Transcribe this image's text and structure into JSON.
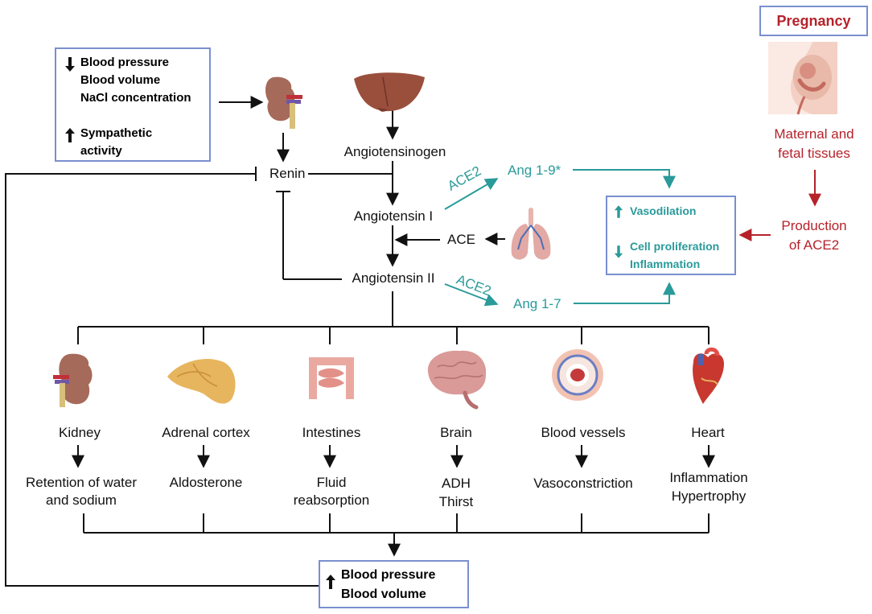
{
  "input_box": {
    "decrease_lines": [
      "Blood pressure",
      "Blood volume",
      "NaCl concentration"
    ],
    "increase_lines": [
      "Sympathetic",
      "activity"
    ]
  },
  "cascade": {
    "renin": "Renin",
    "angiotensinogen": "Angiotensinogen",
    "angiotensin_1": "Angiotensin I",
    "ace": "ACE",
    "angiotensin_2": "Angiotensin II",
    "ace2_upper": "ACE2",
    "ace2_lower": "ACE2",
    "ang_1_9": "Ang 1-9*",
    "ang_1_7": "Ang 1-7"
  },
  "effects_box": {
    "increase": "Vasodilation",
    "decrease_lines": [
      "Cell proliferation",
      "Inflammation"
    ]
  },
  "pregnancy": {
    "title": "Pregnancy",
    "tissues_lines": [
      "Maternal and",
      "fetal tissues"
    ],
    "production_lines": [
      "Production",
      "of ACE2"
    ]
  },
  "organs": [
    {
      "name": "Kidney",
      "effect_lines": [
        "Retention of water",
        "and sodium"
      ]
    },
    {
      "name": "Adrenal cortex",
      "effect_lines": [
        "Aldosterone"
      ]
    },
    {
      "name": "Intestines",
      "effect_lines": [
        "Fluid",
        "reabsorption"
      ]
    },
    {
      "name": "Brain",
      "effect_lines": [
        "ADH",
        "Thirst"
      ]
    },
    {
      "name": "Blood vessels",
      "effect_lines": [
        "Vasoconstriction"
      ]
    },
    {
      "name": "Heart",
      "effect_lines": [
        "Inflammation",
        "Hypertrophy"
      ]
    }
  ],
  "outcome_box": {
    "lines": [
      "Blood pressure",
      "Blood volume"
    ]
  },
  "colors": {
    "teal": "#2a9a9a",
    "red": "#b5222a",
    "box_border": "#7a8fd0",
    "line": "#111111"
  },
  "icons": [
    "kidney-icon",
    "liver-icon",
    "lungs-icon",
    "pregnant-woman-icon",
    "adrenal-gland-icon",
    "intestines-icon",
    "brain-icon",
    "blood-vessel-icon",
    "heart-icon",
    "arrow-up-icon",
    "arrow-down-icon"
  ]
}
